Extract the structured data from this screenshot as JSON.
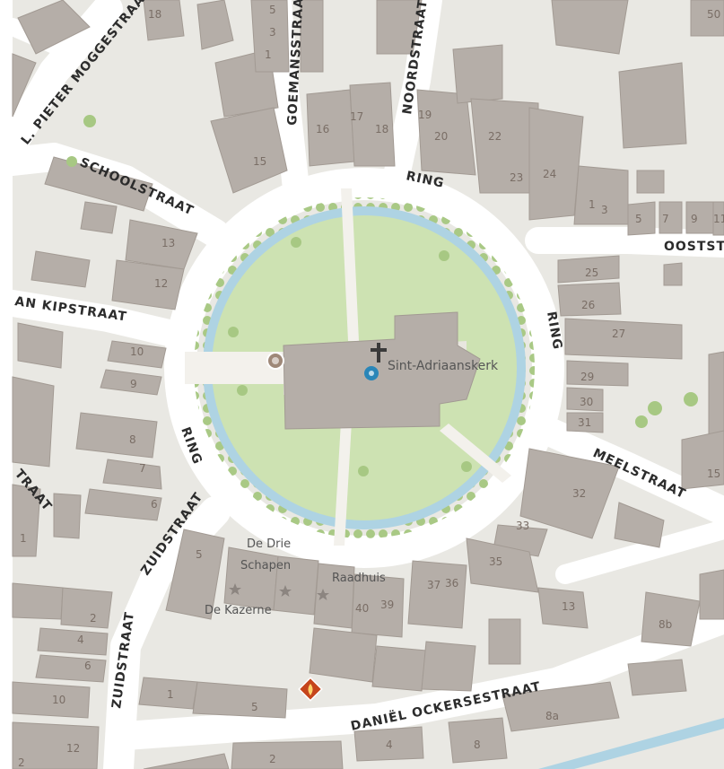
{
  "streets": {
    "pieter_moggestraat": "L. PIETER MOGGESTRAAT",
    "goemansstraat": "GOEMANSSTRAAT",
    "noordstraat": "NOORDSTRAAT",
    "schoolstraat": "SCHOOLSTRAAT",
    "ring_top": "RING",
    "ring_right": "RING",
    "ring_left": "RING",
    "ooststraat": "OOSTSTR",
    "kipstraat": "AN KIPSTRAAT",
    "meelstraat": "MEELSTRAAT",
    "zuidstraat_upper": "ZUIDSTRAAT",
    "zuidstraat_lower": "ZUIDSTRAAT",
    "daniel_ockersestraat": "DANIËL OCKERSESTRAAT",
    "left_straat": "TRAAT"
  },
  "pois": {
    "church": "Sint-Adriaanskerk",
    "de_drie": "De Drie",
    "schapen": "Schapen",
    "raadhuis": "Raadhuis",
    "de_kazerne": "De Kazerne"
  },
  "house_numbers": {
    "n18a": "18",
    "n5a": "5",
    "n3a": "3",
    "n1a": "1",
    "n50": "50",
    "n16": "16",
    "n17": "17",
    "n18b": "18",
    "n19": "19",
    "n20": "20",
    "n22": "22",
    "n15a": "15",
    "n23": "23",
    "n24": "24",
    "n1b": "1",
    "n3b": "3",
    "n5b": "5",
    "n7": "7",
    "n9": "9",
    "n11": "11",
    "n13a": "13",
    "n12a": "12",
    "n25": "25",
    "n26": "26",
    "n27": "27",
    "n29": "29",
    "n30": "30",
    "n31": "31",
    "n10a": "10",
    "n9b": "9",
    "n8a": "8",
    "n7b": "7",
    "n6a": "6",
    "n15b": "15",
    "n32": "32",
    "n33": "33",
    "n35": "35",
    "n37": "37",
    "n36": "36",
    "n40": "40",
    "n39": "39",
    "n13b": "13",
    "n5c": "5",
    "n2a": "2",
    "n4a": "4",
    "n6b": "6",
    "n8b": "8b",
    "n10b": "10",
    "n1c": "1",
    "n5d": "5",
    "n8c": "8a",
    "n12b": "12",
    "n2b": "2",
    "n4b": "4",
    "n8d": "8",
    "n2c": "2",
    "n1d": "1"
  },
  "colors": {
    "background": "#e9e8e3",
    "road": "#ffffff",
    "building": "#b3aca6",
    "grass": "#cde2b2",
    "water": "#aed3e3",
    "tree": "#a7c883",
    "church_marker": "#2a86b8",
    "landmark_marker": "#9e8878",
    "fire_marker": "#c5451c"
  }
}
